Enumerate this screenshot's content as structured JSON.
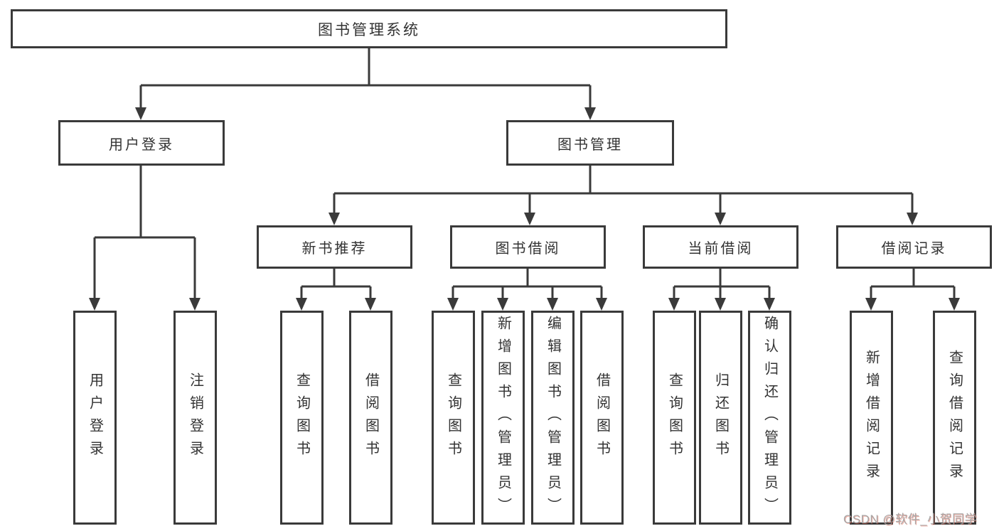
{
  "diagram": {
    "title": {
      "label": "图书管理系统"
    },
    "level2": [
      {
        "label": "用户登录"
      },
      {
        "label": "图书管理"
      }
    ],
    "level3": [
      {
        "label": "新书推荐",
        "parent": "图书管理"
      },
      {
        "label": "图书借阅",
        "parent": "图书管理"
      },
      {
        "label": "当前借阅",
        "parent": "图书管理"
      },
      {
        "label": "借阅记录",
        "parent": "图书管理"
      }
    ],
    "leaves": [
      {
        "label": "用户登录",
        "parent": "用户登录"
      },
      {
        "label": "注销登录",
        "parent": "用户登录"
      },
      {
        "label": "查询图书",
        "parent": "新书推荐"
      },
      {
        "label": "借阅图书",
        "parent": "新书推荐"
      },
      {
        "label": "查询图书",
        "parent": "图书借阅"
      },
      {
        "label": "新增图书（管理员）",
        "parent": "图书借阅"
      },
      {
        "label": "编辑图书（管理员）",
        "parent": "图书借阅"
      },
      {
        "label": "借阅图书",
        "parent": "图书借阅"
      },
      {
        "label": "查询图书",
        "parent": "当前借阅"
      },
      {
        "label": "归还图书",
        "parent": "当前借阅"
      },
      {
        "label": "确认归还（管理员）",
        "parent": "当前借阅"
      },
      {
        "label": "新增借阅记录",
        "parent": "借阅记录"
      },
      {
        "label": "查询借阅记录",
        "parent": "借阅记录"
      }
    ]
  },
  "watermark": {
    "text": "CSDN @软件_小贺同学"
  },
  "colors": {
    "line": "#3a3a3a",
    "box_border": "#3a3a3a",
    "text": "#333333",
    "background": "#ffffff",
    "watermark_text": "#a3a3a3",
    "watermark_shadow": "#de523c"
  }
}
